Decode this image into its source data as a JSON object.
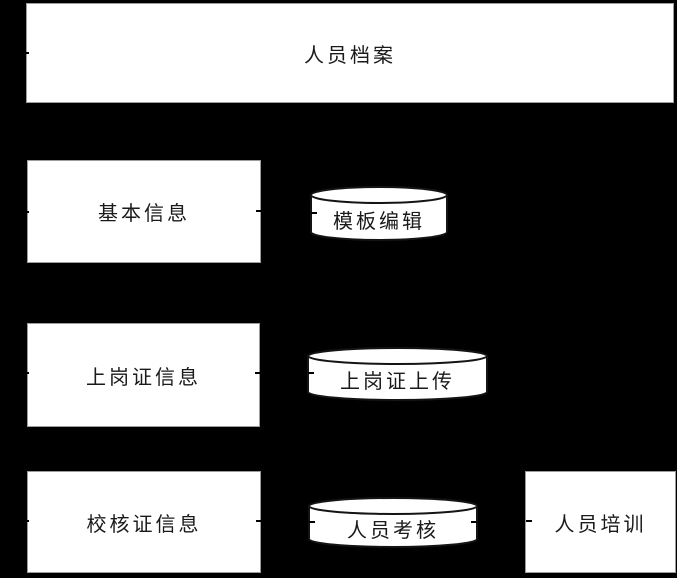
{
  "colors": {
    "background": "#000000",
    "node_fill": "#ffffff",
    "node_edge": "#9c9c9c",
    "cylinder_outline": "#141414",
    "text": "#1a1a1a"
  },
  "diagram": {
    "title_node": {
      "label": "人员档案"
    },
    "boxes": [
      {
        "label": "基本信息"
      },
      {
        "label": "上岗证信息"
      },
      {
        "label": "校核证信息"
      },
      {
        "label": "人员培训"
      }
    ],
    "cylinders": [
      {
        "label": "模板编辑"
      },
      {
        "label": "上岗证上传"
      },
      {
        "label": "人员考核"
      }
    ]
  }
}
